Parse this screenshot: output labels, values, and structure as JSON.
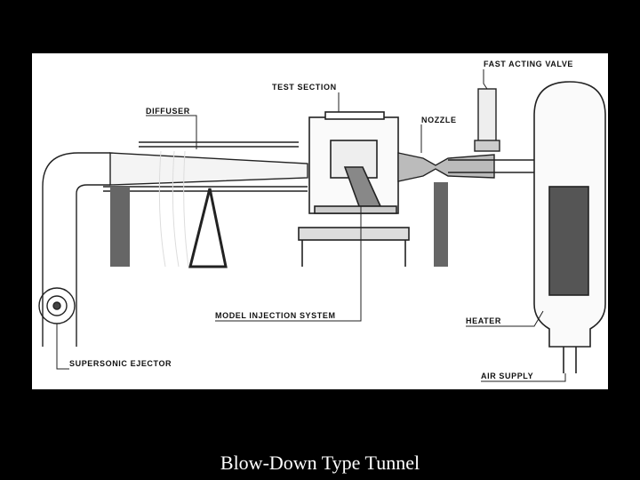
{
  "slide": {
    "caption": "Blow-Down Type Tunnel"
  },
  "diagram": {
    "labels": {
      "fast_acting_valve": "FAST ACTING VALVE",
      "test_section": "TEST SECTION",
      "diffuser": "DIFFUSER",
      "nozzle": "NOZZLE",
      "model_injection_system": "MODEL INJECTION SYSTEM",
      "heater": "HEATER",
      "supersonic_ejector": "SUPERSONIC EJECTOR",
      "air_supply": "AIR SUPPLY"
    }
  }
}
